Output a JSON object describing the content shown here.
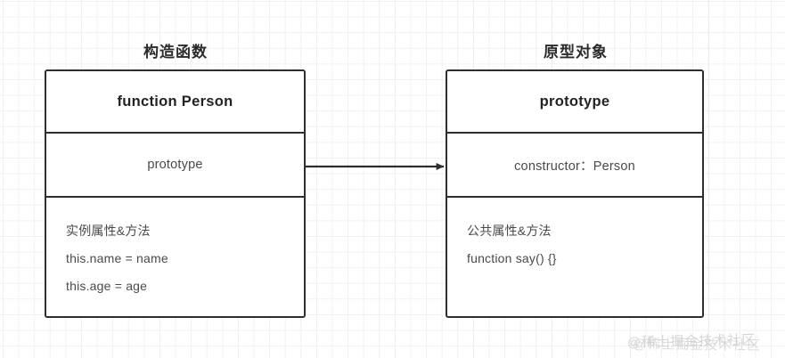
{
  "diagram": {
    "type": "uml-class-relationship",
    "captions": {
      "left": "构造函数",
      "right": "原型对象"
    },
    "boxes": [
      {
        "id": "constructor",
        "title": "function Person",
        "middle": "prototype",
        "body": [
          "实例属性&方法",
          "this.name = name",
          "this.age = age"
        ]
      },
      {
        "id": "prototype",
        "title": "prototype",
        "middle": "constructor：Person",
        "body": [
          "公共属性&方法",
          "function say() {}"
        ]
      }
    ],
    "connector": {
      "name": "prototype-link-arrow",
      "from": "constructor.prototype",
      "to": "prototype.constructor"
    },
    "watermark": "@稀土掘金技术社区",
    "colors": {
      "border": "#2e2e2e",
      "title_text": "#232323",
      "body_text": "#4a4a4a",
      "caption_text": "#2b2b2b",
      "grid_minor": "#f1f1f1",
      "grid_major": "#e6e6e6",
      "background": "#ffffff",
      "watermark": "#cfcfcf"
    }
  }
}
